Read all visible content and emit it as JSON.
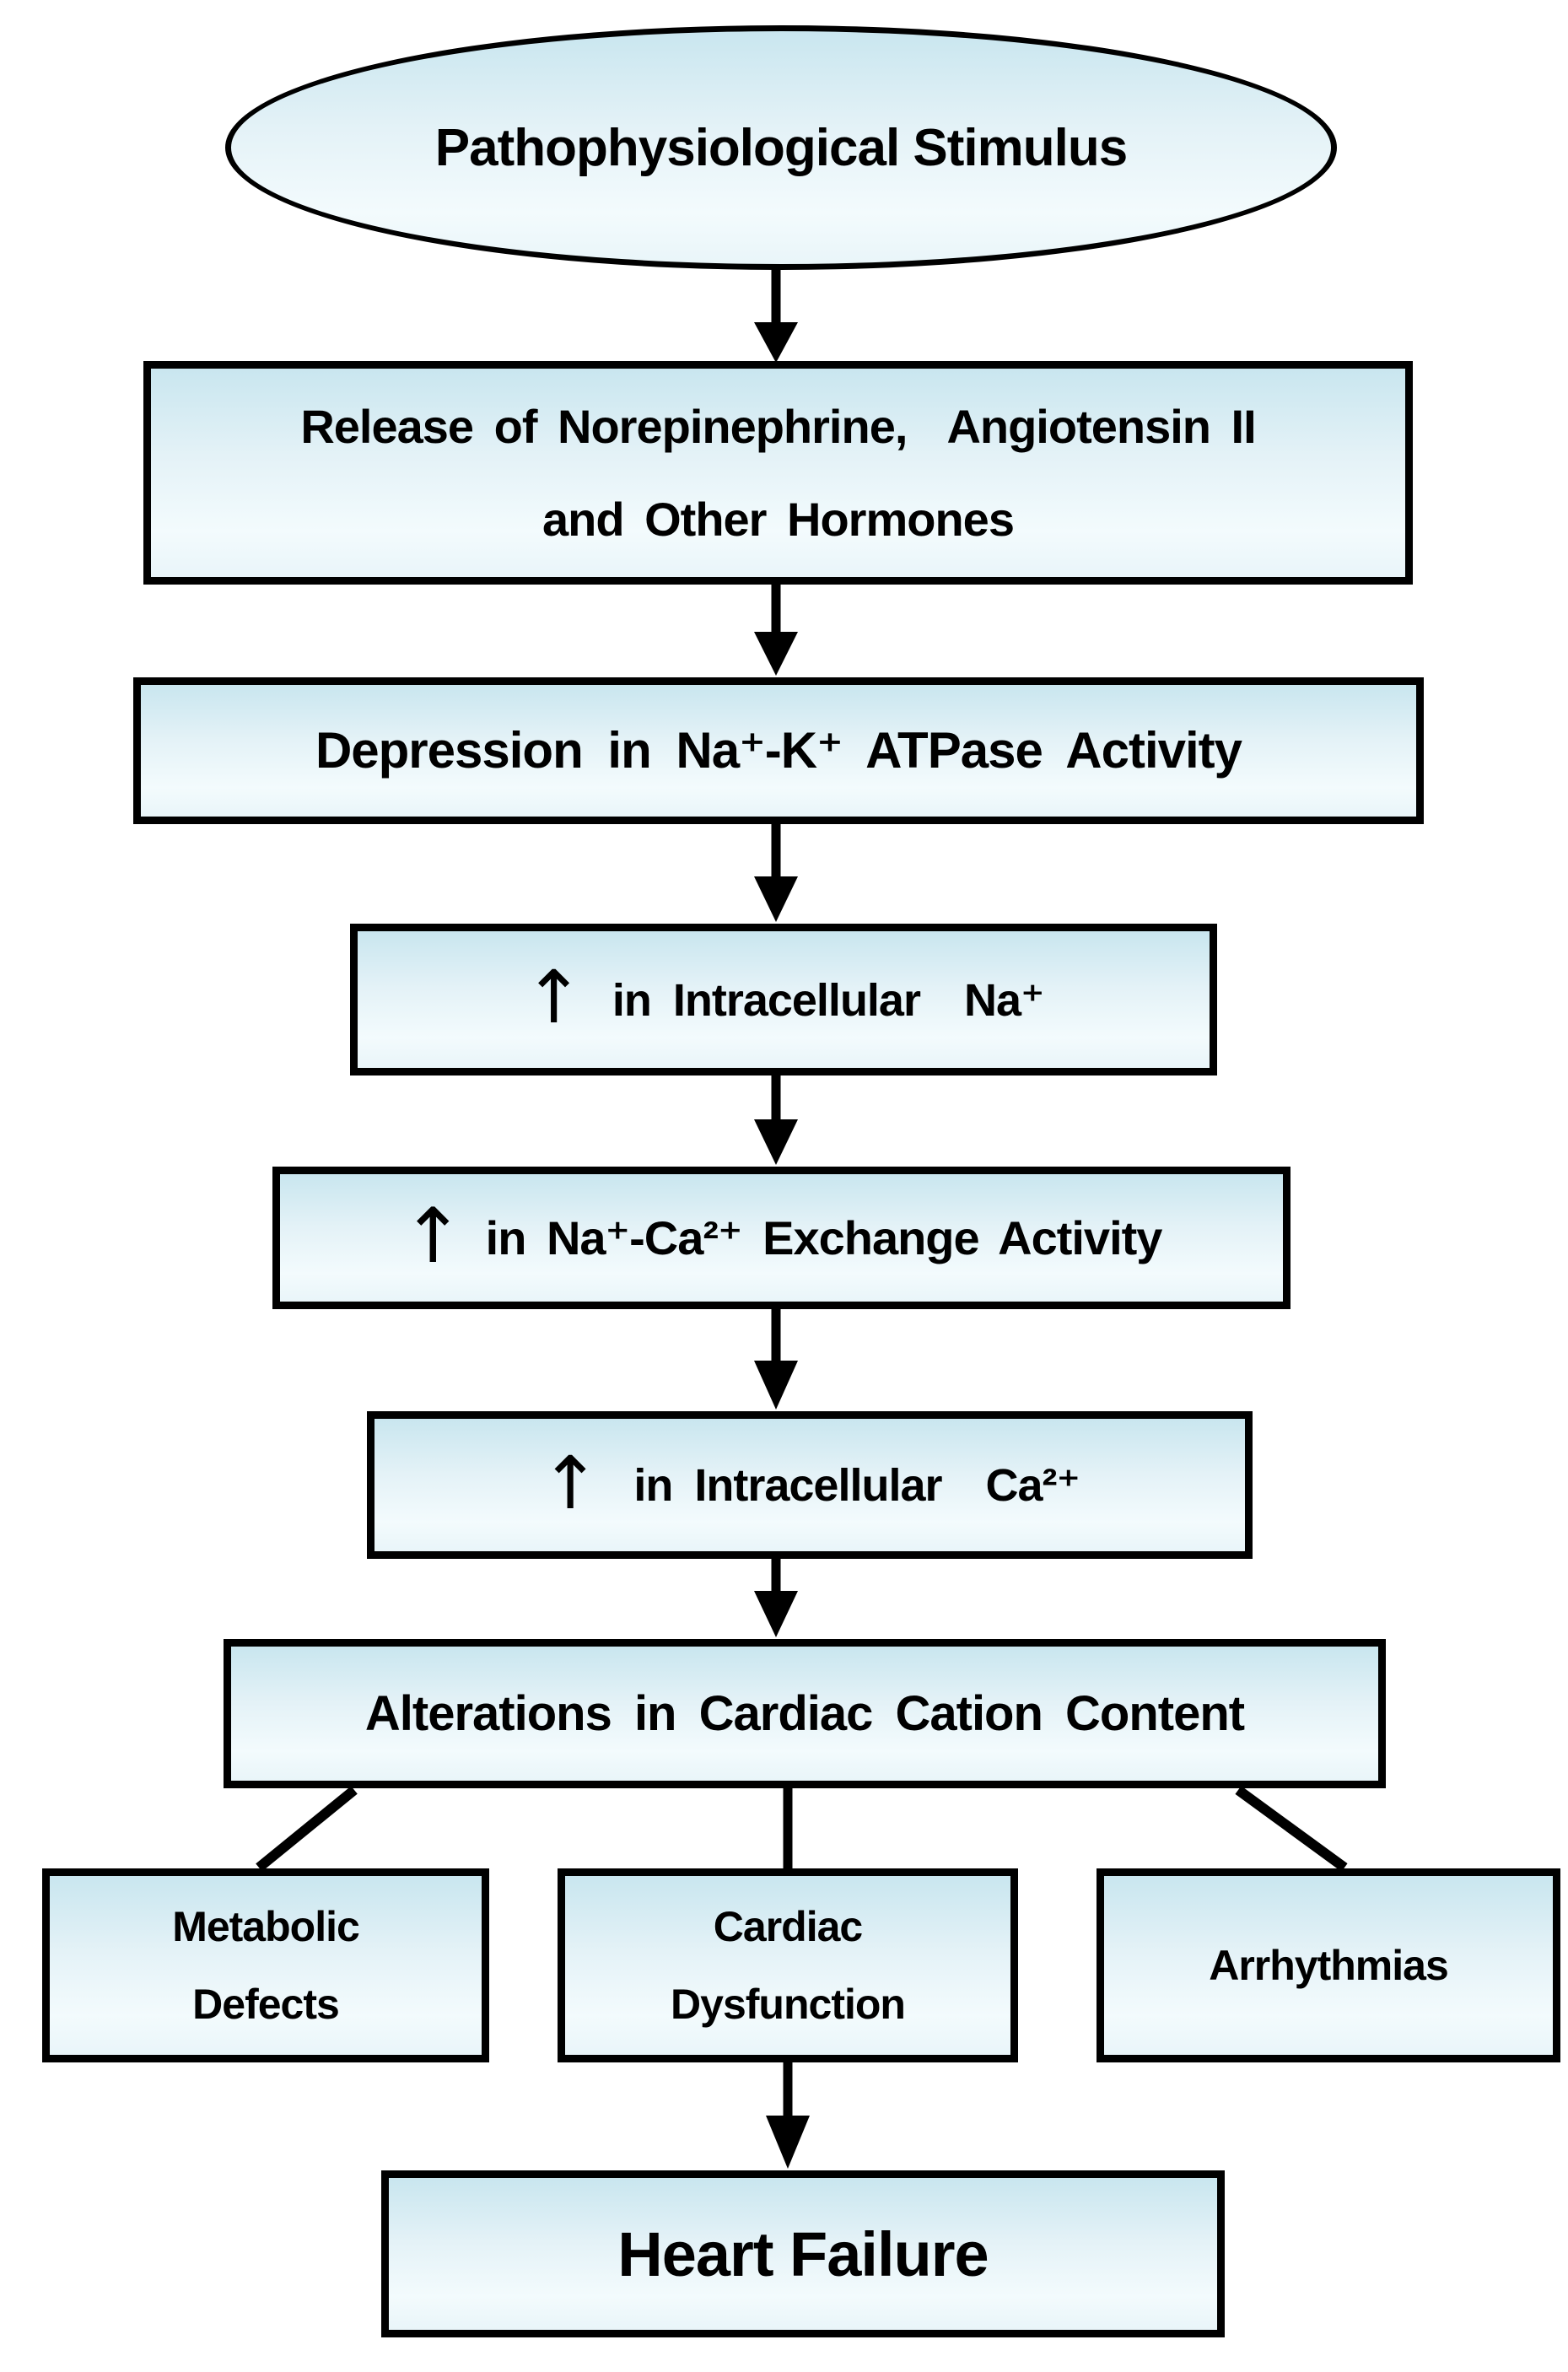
{
  "diagram": {
    "title": "Pathophysiology of heart failure flowchart",
    "colors": {
      "background": "#ffffff",
      "node_border": "#000000",
      "node_fill_top": "#c9e6ef",
      "node_fill_bottom": "#f3fbfd",
      "text": "#000000",
      "connector": "#000000"
    },
    "icons": {
      "increase_arrow": "↑"
    },
    "nodes": {
      "stimulus": {
        "label": "Pathophysiological Stimulus"
      },
      "hormone_release": {
        "label": "Release of Norepinephrine,  Angiotensin II\nand Other Hormones"
      },
      "atpase_depression": {
        "label": "Depression in Na⁺-K⁺ ATPase Activity"
      },
      "intracellular_na": {
        "icon": "↑",
        "label": "in Intracellular  Na⁺"
      },
      "na_ca_exchange": {
        "icon": "↑",
        "label": "in Na⁺-Ca²⁺ Exchange Activity"
      },
      "intracellular_ca": {
        "icon": "↑",
        "label": "in Intracellular  Ca²⁺"
      },
      "cation_alterations": {
        "label": "Alterations in Cardiac Cation Content"
      },
      "metabolic_defects": {
        "label": "Metabolic\nDefects"
      },
      "cardiac_dysfunction": {
        "label": "Cardiac\nDysfunction"
      },
      "arrhythmias": {
        "label": "Arrhythmias"
      },
      "heart_failure": {
        "label": "Heart Failure"
      }
    },
    "edges": [
      {
        "from": "stimulus",
        "to": "hormone_release",
        "arrowhead": true
      },
      {
        "from": "hormone_release",
        "to": "atpase_depression",
        "arrowhead": true
      },
      {
        "from": "atpase_depression",
        "to": "intracellular_na",
        "arrowhead": true
      },
      {
        "from": "intracellular_na",
        "to": "na_ca_exchange",
        "arrowhead": true
      },
      {
        "from": "na_ca_exchange",
        "to": "intracellular_ca",
        "arrowhead": true
      },
      {
        "from": "intracellular_ca",
        "to": "cation_alterations",
        "arrowhead": true
      },
      {
        "from": "cation_alterations",
        "to": "metabolic_defects",
        "arrowhead": false
      },
      {
        "from": "cation_alterations",
        "to": "cardiac_dysfunction",
        "arrowhead": false
      },
      {
        "from": "cation_alterations",
        "to": "arrhythmias",
        "arrowhead": false
      },
      {
        "from": "cardiac_dysfunction",
        "to": "heart_failure",
        "arrowhead": true
      }
    ]
  }
}
